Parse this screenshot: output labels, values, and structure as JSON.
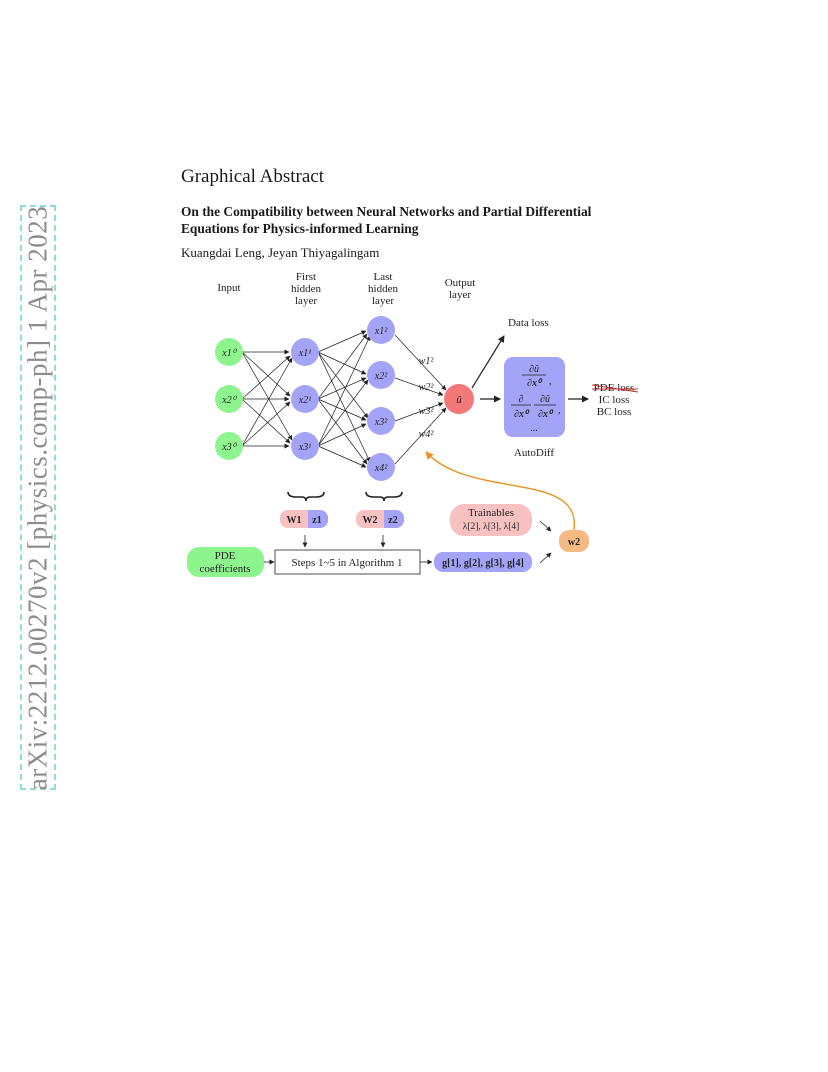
{
  "arxiv_id": "arXiv:2212.00270v2  [physics.comp-ph]  1 Apr 2023",
  "graphical_abstract": "Graphical Abstract",
  "paper_title": "On the Compatibility between Neural Networks and Partial Differential Equations for Physics-informed Learning",
  "authors": "Kuangdai Leng, Jeyan Thiyagalingam",
  "figure": {
    "labels": {
      "input": "Input",
      "first_hidden": [
        "First",
        "hidden",
        "layer"
      ],
      "last_hidden": [
        "Last",
        "hidden",
        "layer"
      ],
      "output": [
        "Output",
        "layer"
      ],
      "data_loss": "Data loss",
      "autodiff": "AutoDiff",
      "pde_loss": "PDE loss",
      "ic_loss": "IC loss",
      "bc_loss": "BC loss",
      "pde_coefficients": [
        "PDE",
        "coefficients"
      ],
      "steps": "Steps 1~5 in Algorithm 1",
      "trainables": "Trainables",
      "trainables_values": "λ[2], λ[3], λ[4]",
      "g_values": "g[1], g[2], g[3], g[4]",
      "w1": "W1",
      "z1": "z1",
      "w2": "W2",
      "z2": "z2",
      "w_sq": "w2",
      "u_hat": "û"
    },
    "input_nodes": [
      "x1⁰",
      "x2⁰",
      "x3⁰"
    ],
    "first_hidden_nodes": [
      "x1¹",
      "x2¹",
      "x3¹"
    ],
    "last_hidden_nodes": [
      "x1²",
      "x2²",
      "x3²",
      "x4²"
    ],
    "weights": [
      "w1²",
      "w2²",
      "w3²",
      "w4²"
    ],
    "autodiff_box": {
      "deriv1": [
        "∂û",
        "∂x⁰"
      ],
      "deriv2_partial": "∂",
      "deriv2_inner": [
        "∂û",
        "∂x⁰"
      ],
      "deriv2_denom": "∂x⁰",
      "ellipsis": "..."
    },
    "colors": {
      "input": "#8ef58e",
      "hidden": "#a3a3f7",
      "output": "#f2787a",
      "trainables": "#f7c1c2",
      "w_sq": "#f7b982",
      "orange_arrow": "#e6921c"
    }
  }
}
